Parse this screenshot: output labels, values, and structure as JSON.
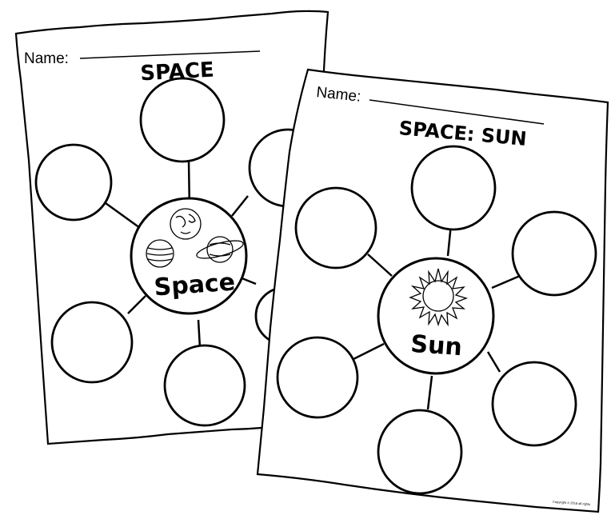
{
  "sheets": [
    {
      "name_label": "Name:",
      "title": "SPACE",
      "center_label": "Space",
      "center_icon": "planets-icon"
    },
    {
      "name_label": "Name:",
      "title": "SPACE: SUN",
      "center_label": "Sun",
      "center_icon": "sun-icon",
      "footer": "Copyright © 2018 all rights"
    }
  ]
}
